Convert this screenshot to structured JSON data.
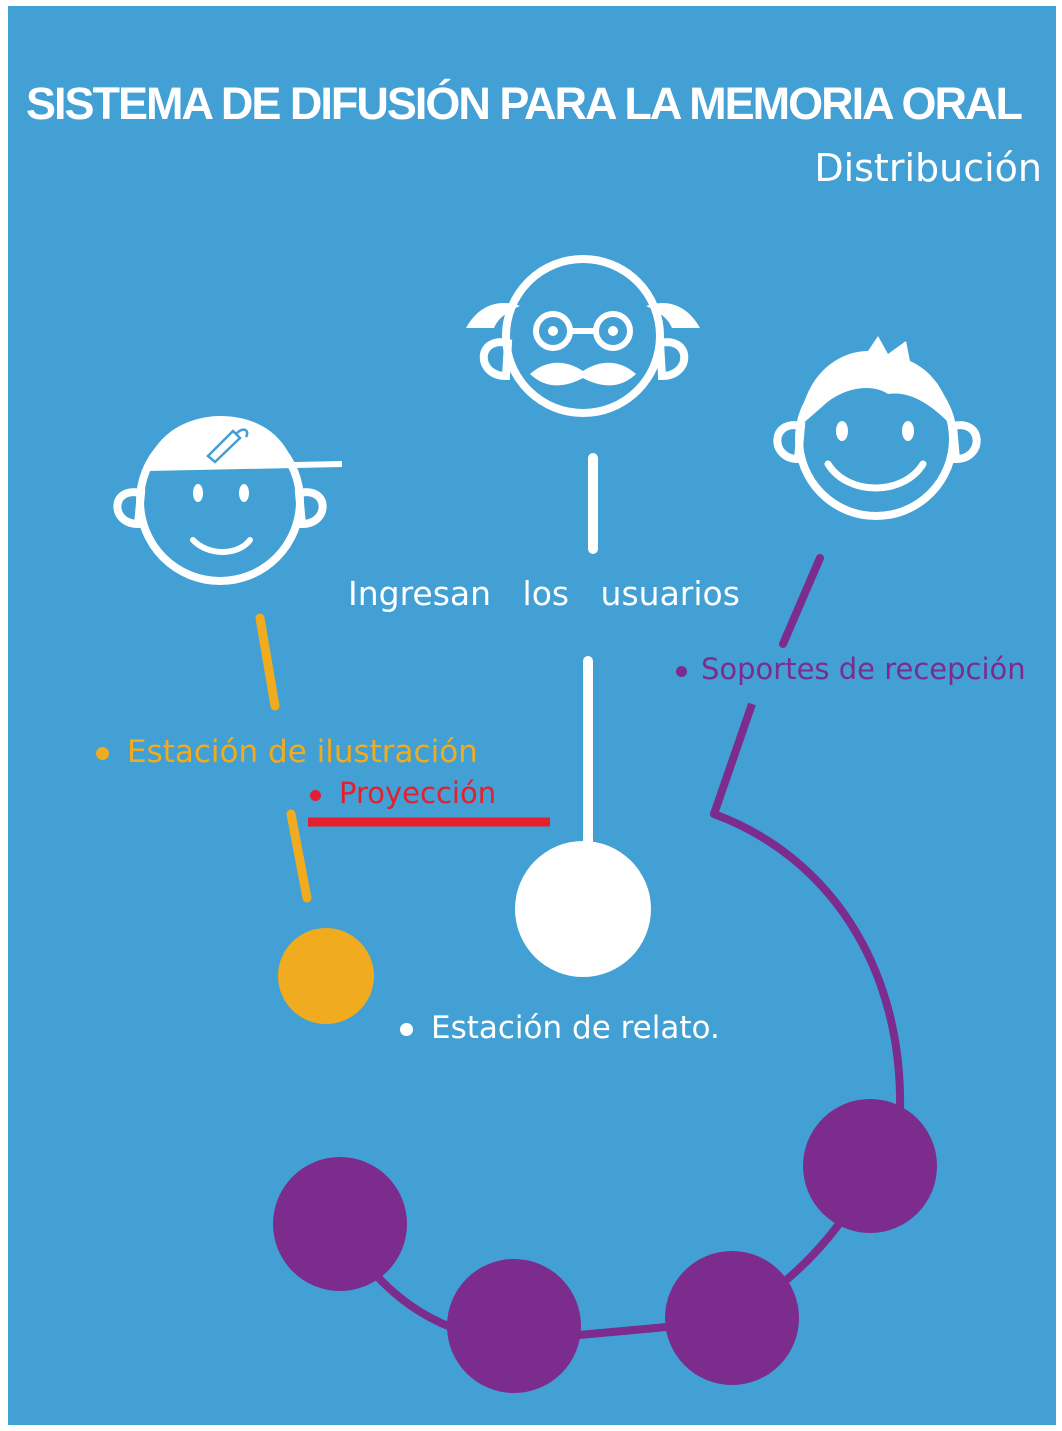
{
  "title": "SISTEMA DE DIFUSIÓN PARA LA  MEMORIA ORAL",
  "subtitle": "Distribución",
  "labels": {
    "users": "Ingresan   los   usuarios",
    "reception": "Soportes de recepción",
    "illustration": "Estación de ilustración",
    "projection": "Proyección",
    "story": "Estación de relato."
  },
  "colors": {
    "background": "#42a0d4",
    "white": "#ffffff",
    "yellow": "#f0ab1e",
    "red": "#e4202f",
    "purple": "#7c2c8c"
  },
  "icons": [
    "cap-boy-face-icon",
    "grandpa-face-icon",
    "boy-face-icon"
  ]
}
